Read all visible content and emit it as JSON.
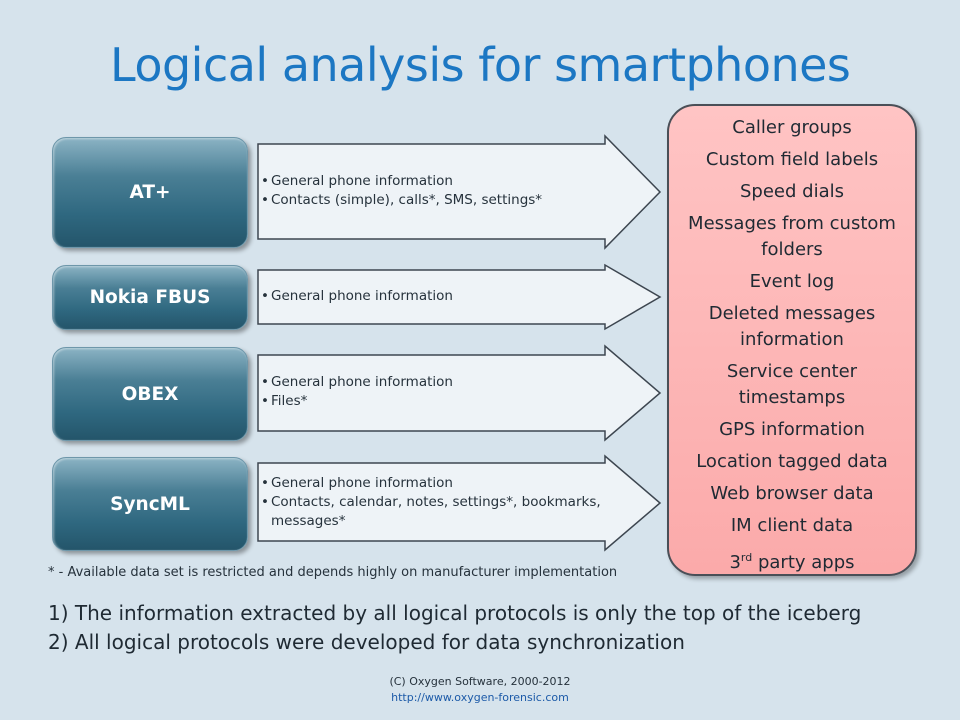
{
  "title": "Logical analysis for smartphones",
  "protocols": [
    {
      "name": "AT+",
      "items": [
        "General phone information",
        "Contacts (simple), calls*, SMS, settings*"
      ]
    },
    {
      "name": "Nokia FBUS",
      "items": [
        "General phone information"
      ]
    },
    {
      "name": "OBEX",
      "items": [
        "General phone information",
        "Files*"
      ]
    },
    {
      "name": "SyncML",
      "items": [
        "General phone information",
        "Contacts, calendar, notes, settings*, bookmarks, messages*"
      ]
    }
  ],
  "side_box": {
    "items": [
      "Caller groups",
      "Custom field labels",
      "Speed dials",
      "Messages from custom folders",
      "Event log",
      "Deleted messages information",
      "Service center timestamps",
      "GPS information",
      "Location tagged data",
      "Web browser data",
      "IM client data"
    ],
    "last_item": {
      "prefix": "3",
      "superscript": "rd",
      "suffix": " party apps"
    }
  },
  "footnote": "* - Available data set is restricted and depends highly on manufacturer implementation",
  "notes": [
    "1) The information extracted by all logical protocols is only the top of the iceberg",
    "2) All logical protocols were developed for data synchronization"
  ],
  "copyright": "(C) Oxygen Software, 2000-2012",
  "url": "http://www.oxygen-forensic.com",
  "colors": {
    "title": "#1c77c3",
    "background": "#d6e3ec",
    "side_box": "#fbb3b3",
    "protocol_box": "#2f6880"
  }
}
